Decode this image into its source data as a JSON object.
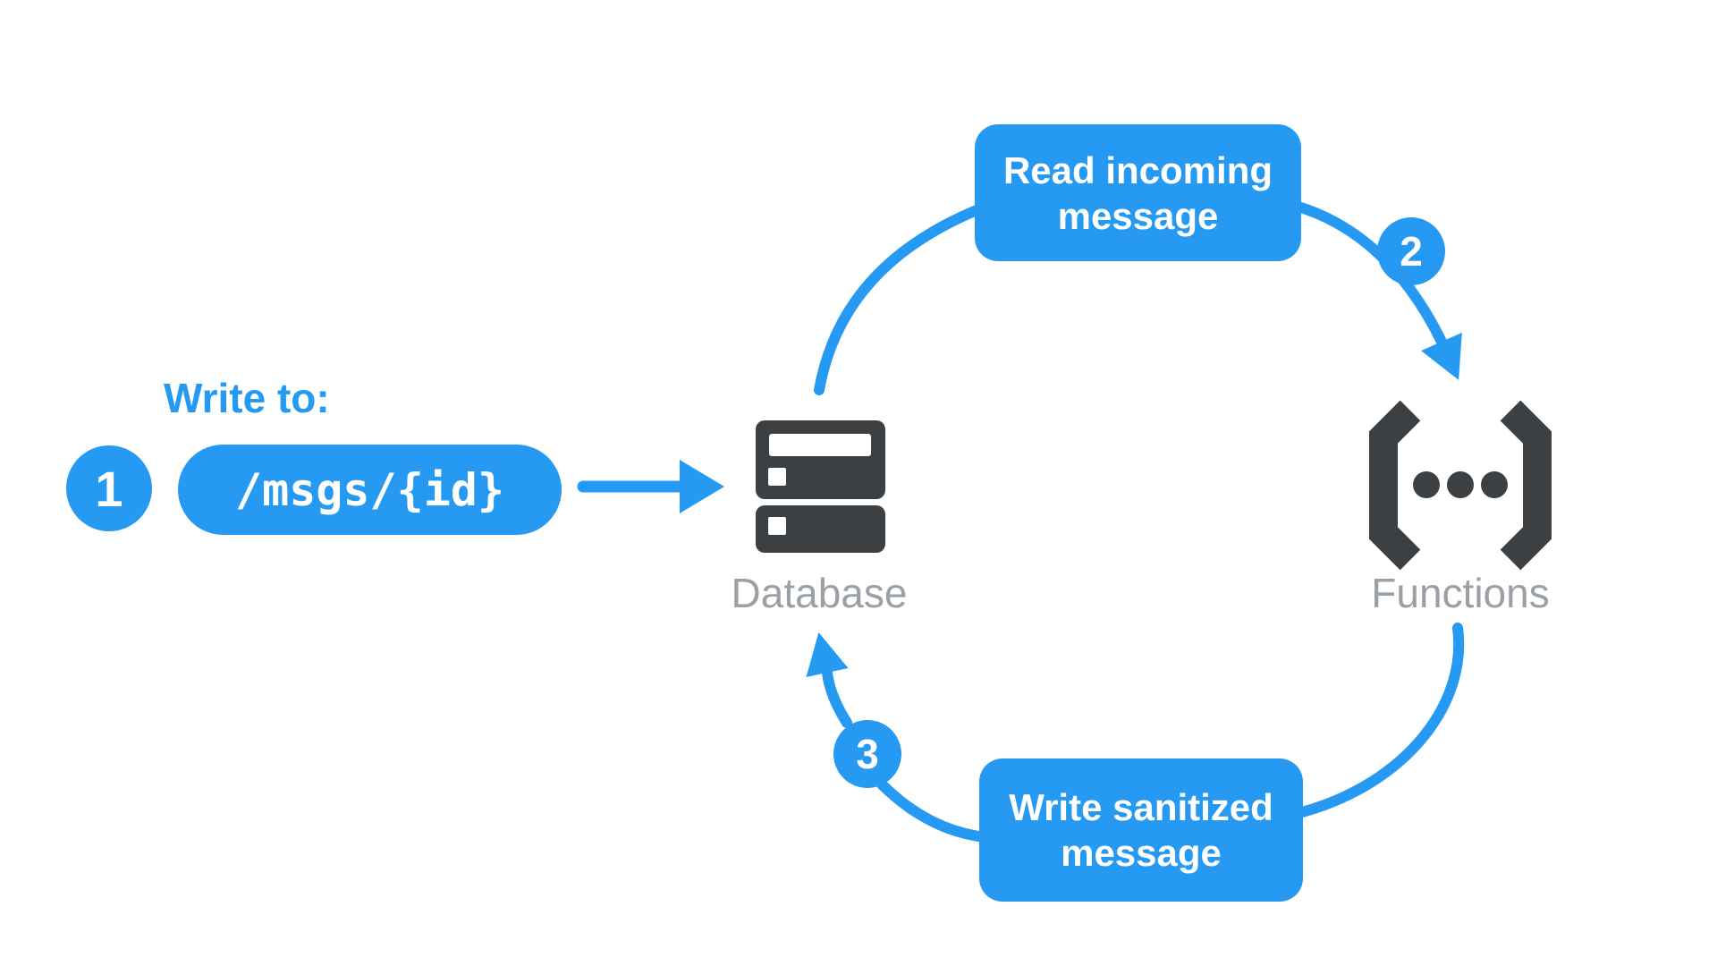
{
  "colors": {
    "accent_blue": "#2699F2",
    "icon_dark": "#3C4043",
    "label_gray": "#9AA0A6",
    "box_text": "#FFFFFF"
  },
  "write_annotation": {
    "step_number": "1",
    "title": "Write to:",
    "path_value": "/msgs/{id}"
  },
  "nodes": {
    "database": {
      "label": "Database",
      "icon": "database-server-icon"
    },
    "functions": {
      "label": "Functions",
      "icon": "functions-brackets-icon"
    }
  },
  "cycle": {
    "read_step": {
      "number": "2",
      "label": "Read incoming message"
    },
    "write_step": {
      "number": "3",
      "label": "Write sanitized message"
    }
  }
}
